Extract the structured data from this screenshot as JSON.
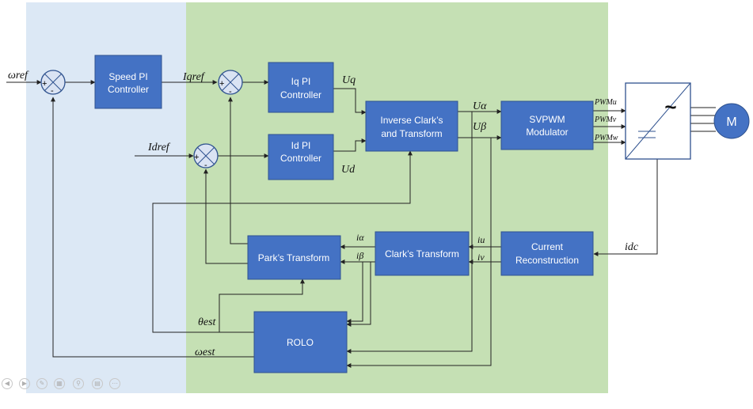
{
  "blocks": {
    "speed_pi": [
      "Speed PI",
      "Controller"
    ],
    "iq_pi": [
      "Iq PI",
      "Controller"
    ],
    "id_pi": [
      "Id PI",
      "Controller"
    ],
    "inverse_clark": [
      "Inverse Clark’s",
      "and Transform"
    ],
    "svpwm": [
      "SVPWM",
      "Modulator"
    ],
    "parks": [
      "Park’s Transform"
    ],
    "clarks": [
      "Clark’s Transform"
    ],
    "current_recon": [
      "Current",
      "Reconstruction"
    ],
    "rolo": [
      "ROLO"
    ],
    "motor": "M",
    "inverter": "~"
  },
  "signals": {
    "omega_ref": "ωref",
    "iq_ref": "Iqref",
    "id_ref": "Idref",
    "uq": "Uq",
    "ud": "Ud",
    "u_alpha": "Uα",
    "u_beta": "Uβ",
    "pwm_u": "PWMu",
    "pwm_v": "PWMv",
    "pwm_w": "PWMw",
    "i_u": "iu",
    "i_v": "iv",
    "i_alpha": "iα",
    "i_beta": "iβ",
    "i_dc": "idc",
    "theta_est": "θest",
    "omega_est": "ωest"
  },
  "signs": {
    "plus": "+",
    "minus": "-"
  },
  "colors": {
    "outer_region": "#dce8f5",
    "inner_region": "#c5e0b4",
    "block_fill": "#4472c4",
    "block_border": "#2f528f",
    "summing_fill": "#dae3f3",
    "motor_fill": "#4472c4"
  }
}
